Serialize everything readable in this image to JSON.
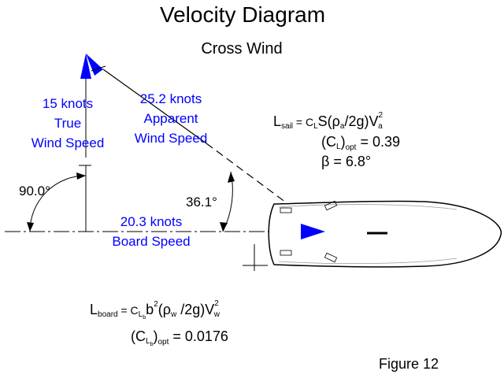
{
  "title": "Velocity Diagram",
  "subtitle": "Cross Wind",
  "figure_label": "Figure 12",
  "true_wind": {
    "line1": "15 knots",
    "line2": "True",
    "line3": "Wind Speed",
    "speed_knots": 15
  },
  "apparent_wind": {
    "line1": "25.2 knots",
    "line2": "Apparent",
    "line3": "Wind Speed",
    "speed_knots": 25.2
  },
  "board_speed": {
    "line1": "20.3 knots",
    "line2": "Board Speed",
    "speed_knots": 20.3
  },
  "angles": {
    "true_wind_angle": "90.0°",
    "apparent_wind_angle": "36.1°"
  },
  "sail_equation": {
    "L": "L",
    "L_sub": "sail",
    "equals": " = C",
    "C_sub": "L",
    "S_open": "S(ρ",
    "rho_sub": "a",
    "g_part": "/2g)V",
    "V_sup": "2",
    "V_sub": "a"
  },
  "sail_coeff": {
    "open": "(C",
    "C_sub": "L",
    "close": ")",
    "opt_sub": "opt",
    "value": " = 0.39"
  },
  "beta": "β = 6.8°",
  "board_equation": {
    "L": "L",
    "L_sub": "board",
    "equals": " = C",
    "C_sub": "L",
    "C_subsub": "b",
    "b": "b",
    "b_sup": "2",
    "rho": "(ρ",
    "rho_sub": "w",
    "g_part": " /2g)V",
    "V_sup": "2",
    "V_sub": "w"
  },
  "board_coeff": {
    "open": "(C",
    "C_sub": "L",
    "C_subsub": "b",
    "close": ")",
    "opt_sub": "opt",
    "value": " = 0.0176"
  },
  "colors": {
    "vector": "#0000ff",
    "ink": "#000000",
    "background": "#ffffff"
  }
}
